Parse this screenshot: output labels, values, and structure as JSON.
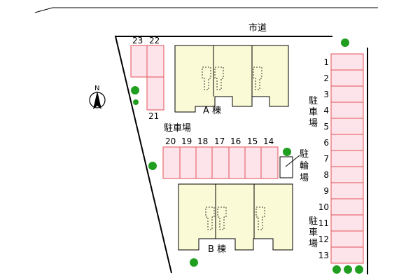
{
  "road": {
    "label": "市道"
  },
  "compass": {
    "label": "N"
  },
  "buildings": {
    "a": {
      "label": "A 棟"
    },
    "b": {
      "label": "B 棟"
    }
  },
  "parking": {
    "label_middle": "駐車場",
    "label_right_top": [
      "駐",
      "車",
      "場"
    ],
    "label_right_bottom": [
      "駐",
      "車",
      "場"
    ],
    "top_left": [
      "23",
      "22"
    ],
    "top_left_below": "21",
    "middle_row": [
      "20",
      "19",
      "18",
      "17",
      "16",
      "15",
      "14"
    ],
    "right_column": [
      "1",
      "2",
      "3",
      "4",
      "5",
      "6",
      "7",
      "8",
      "9",
      "10",
      "11",
      "12",
      "13"
    ]
  },
  "bicycle_parking": {
    "label": [
      "駐",
      "輪",
      "場"
    ]
  },
  "colors": {
    "parking_fill": "#fde3ea",
    "parking_stroke": "#e4505a",
    "building_fill": "#fafad6",
    "outline": "#000000",
    "tree": "#1f9e1f"
  }
}
